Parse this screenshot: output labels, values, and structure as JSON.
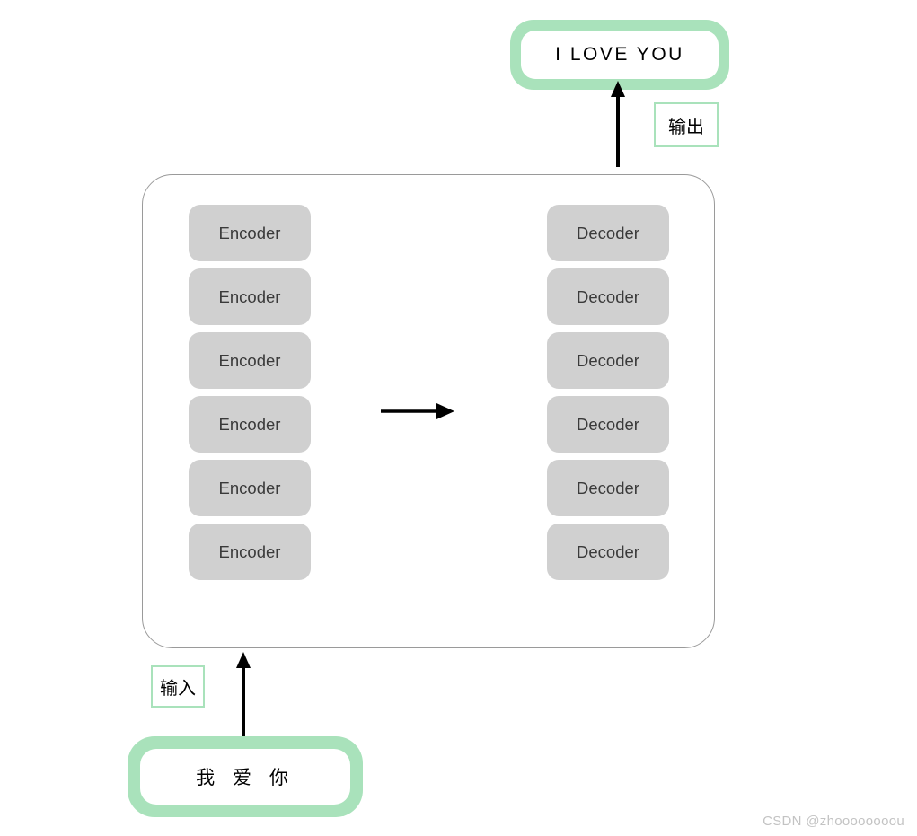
{
  "diagram": {
    "title": "Transformer encoder-decoder translation diagram",
    "colors": {
      "capsule_green": "#a9e2bb",
      "block_gray": "#d0d0d0",
      "block_text": "#3a3a3a",
      "container_border": "#9a9a9a",
      "arrow": "#000000",
      "watermark": "#c3c3c3"
    }
  },
  "output": {
    "sentence": "I LOVE YOU",
    "tag_label": "输出",
    "arrow_icon": "arrow-up-icon"
  },
  "input": {
    "sentence": "我 爱 你",
    "tag_label": "输入",
    "arrow_icon": "arrow-up-icon"
  },
  "model": {
    "middle_arrow_icon": "arrow-right-icon",
    "encoder_stack": {
      "name": "encoder-stack",
      "blocks": [
        {
          "label": "Encoder"
        },
        {
          "label": "Encoder"
        },
        {
          "label": "Encoder"
        },
        {
          "label": "Encoder"
        },
        {
          "label": "Encoder"
        },
        {
          "label": "Encoder"
        }
      ]
    },
    "decoder_stack": {
      "name": "decoder-stack",
      "blocks": [
        {
          "label": "Decoder"
        },
        {
          "label": "Decoder"
        },
        {
          "label": "Decoder"
        },
        {
          "label": "Decoder"
        },
        {
          "label": "Decoder"
        },
        {
          "label": "Decoder"
        }
      ]
    }
  },
  "watermark": {
    "text": "CSDN @zhoooooooou"
  }
}
